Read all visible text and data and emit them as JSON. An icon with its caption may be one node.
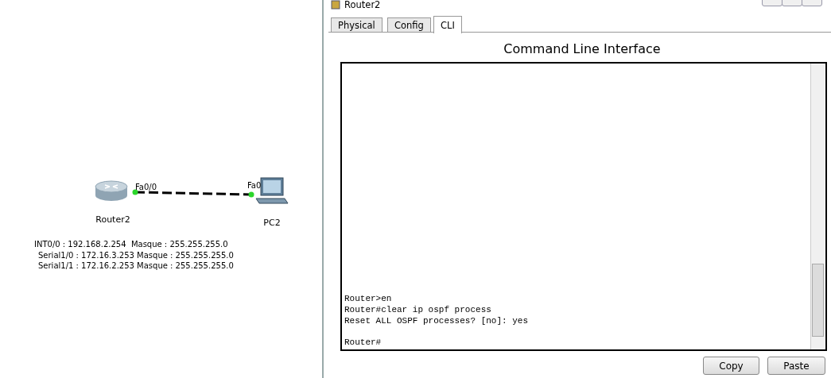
{
  "diagram": {
    "nodes": [
      {
        "text": [
          "Router2"
        ]
      },
      {
        "text": [
          "PC2"
        ]
      }
    ],
    "edges": [
      {
        "from": 0,
        "to": 1,
        "arrow": "none",
        "style": "dashed"
      }
    ],
    "labels": [
      "Fa0/0",
      "Fa0",
      "INT0/0 : 192.168.2.254  Masque : 255.255.255.0",
      "Serial1/0 : 172.16.3.253 Masque : 255.255.255.0",
      "Serial1/1 : 172.16.2.253 Masque : 255.255.255.0",
      "Router2",
      "Physical",
      "Config",
      "CLI",
      "Command Line Interface",
      "Router>en",
      "Router#clear ip ospf process",
      "Reset ALL OSPF processes? [no]: yes",
      "Router#",
      "Copy",
      "Paste"
    ]
  }
}
